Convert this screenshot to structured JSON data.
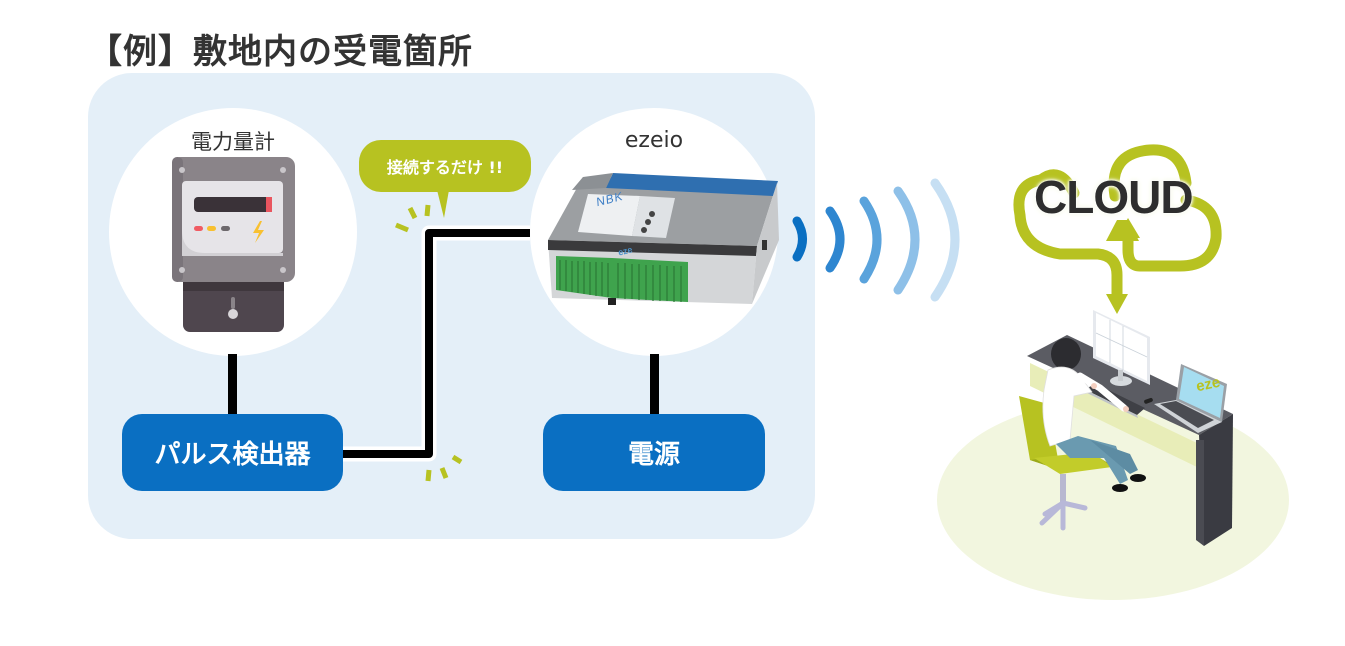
{
  "title": "【例】敷地内の受電箇所",
  "nodes": {
    "meter": {
      "label": "電力量計",
      "icon": "electric-meter-icon"
    },
    "ezeio": {
      "label": "ezeio",
      "icon": "ezeio-device-icon",
      "device_brand": "NBK",
      "device_logo": "eze"
    },
    "pulse_detector": {
      "label": "パルス検出器"
    },
    "power_supply": {
      "label": "電源"
    },
    "cloud": {
      "label": "CLOUD",
      "icon": "cloud-icon"
    },
    "workstation": {
      "icon": "person-at-desk-icon",
      "laptop_logo": "eze"
    }
  },
  "callout": {
    "text": "接続するだけ !!"
  },
  "connections": [
    {
      "from": "meter",
      "to": "pulse_detector"
    },
    {
      "from": "pulse_detector",
      "to": "ezeio"
    },
    {
      "from": "ezeio",
      "to": "power_supply"
    },
    {
      "from": "ezeio",
      "to": "cloud",
      "type": "wireless"
    },
    {
      "from": "cloud",
      "to": "workstation"
    }
  ],
  "colors": {
    "panel_bg": "#e4eff8",
    "box_blue": "#0a6fc2",
    "accent_green": "#b7c221",
    "wave_blue": "#0a6fc2",
    "floor": "#f2f6df"
  }
}
